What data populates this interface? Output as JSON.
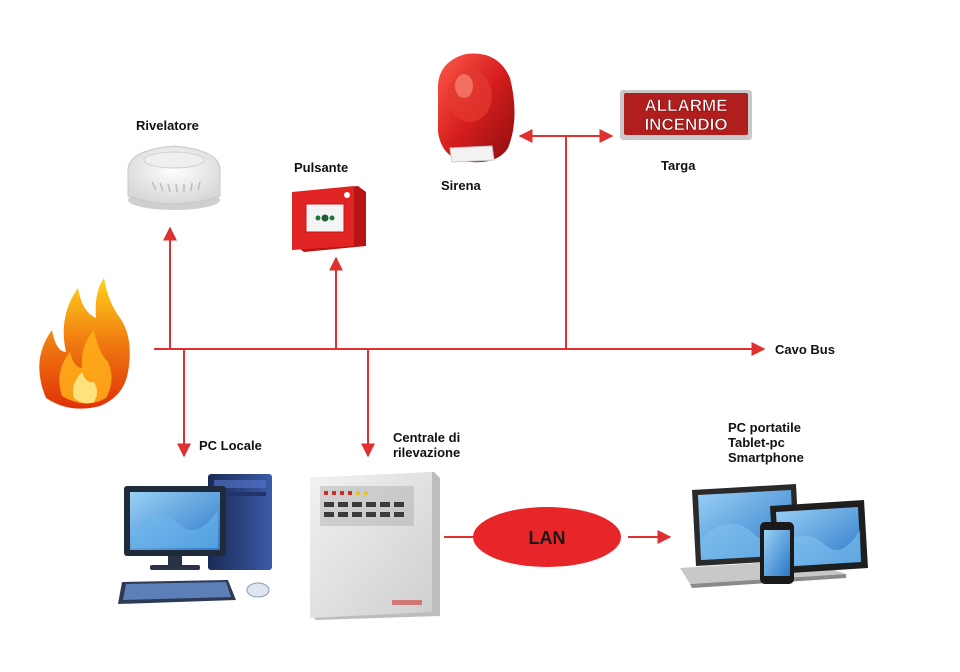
{
  "colors": {
    "line": "#e03030",
    "lan_fill": "#e8262a",
    "sign_bg": "#b01e1e",
    "sign_text": "#ffffff",
    "siren": "#d61e1e",
    "button_box": "#e02424",
    "flame_outer": "#f05a0a",
    "flame_inner": "#ffd21a"
  },
  "labels": {
    "rivelatore": "Rivelatore",
    "pulsante": "Pulsante",
    "sirena": "Sirena",
    "targa": "Targa",
    "cavo_bus": "Cavo Bus",
    "pc_locale": "PC Locale",
    "centrale": [
      "Centrale di",
      "rilevazione"
    ],
    "devices": [
      "PC portatile",
      "Tablet-pc",
      "Smartphone"
    ],
    "lan": "LAN"
  },
  "sign_text": [
    "ALLARME",
    "INCENDIO"
  ],
  "icons": {
    "detector": "smoke-detector-icon",
    "button": "manual-call-point-icon",
    "siren": "siren-icon",
    "sign": "alarm-sign-icon",
    "fire": "fire-icon",
    "pc": "desktop-pc-icon",
    "panel": "control-panel-icon",
    "devices": "mobile-devices-icon"
  }
}
